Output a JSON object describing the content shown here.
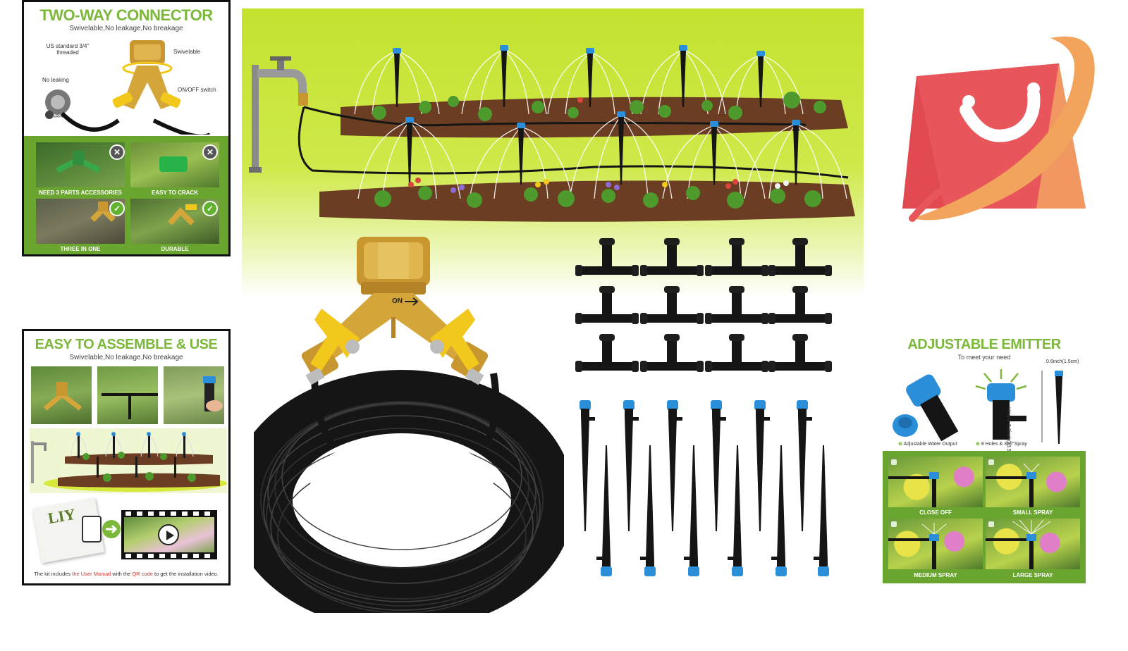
{
  "colors": {
    "title_green": "#7cb83a",
    "band_green": "#6aa52f",
    "scene_lime": "#c7e531",
    "emitter_blue": "#2a8fd8",
    "brass": "#d4a63a",
    "valve_yellow": "#f2c81c",
    "tube_black": "#151515",
    "logo_red": "#e8555a",
    "logo_orange": "#f2a45c"
  },
  "connector_card": {
    "title": "TWO-WAY CONNECTOR",
    "subtitle": "Swivelable,No leakage,No breakage",
    "callouts": {
      "thread": "US standard 3/4\" threaded",
      "swivel": "Swivelable",
      "leak": "No leaking",
      "switch": "ON/OFF switch",
      "plastic": "PLASTIC INTERFACE"
    },
    "tiles": [
      {
        "caption": "NEED 3 PARTS ACCESSORIES",
        "badge": "x-icon"
      },
      {
        "caption": "EASY TO CRACK",
        "badge": "x-icon"
      },
      {
        "caption": "THREE IN ONE",
        "badge": "check-icon"
      },
      {
        "caption": "DURABLE",
        "badge": "check-icon"
      }
    ]
  },
  "assemble_card": {
    "title": "EASY TO ASSEMBLE & USE",
    "subtitle": "Swivelable,No leakage,No breakage",
    "manual_brand": "LIY",
    "footer_parts": [
      "The kit includes ",
      "the User Manual",
      " with the ",
      "QR code",
      " to get the installation video."
    ]
  },
  "product": {
    "valve_label": "ON"
  },
  "emitter_card": {
    "title": "ADJUSTABLE EMITTER",
    "subtitle": "To meet your need",
    "dimension_width": "0.6inch(1.5cm)",
    "dimension_height": "Height: 5.3inch(13.5cm)",
    "feature_output": "Adjustable Water Output",
    "feature_holes": "8 Holes & 360°Spray",
    "tiles": [
      {
        "caption": "CLOSE OFF"
      },
      {
        "caption": "SMALL SPRAY"
      },
      {
        "caption": "MEDIUM SPRAY"
      },
      {
        "caption": "LARGE SPRAY"
      }
    ]
  }
}
